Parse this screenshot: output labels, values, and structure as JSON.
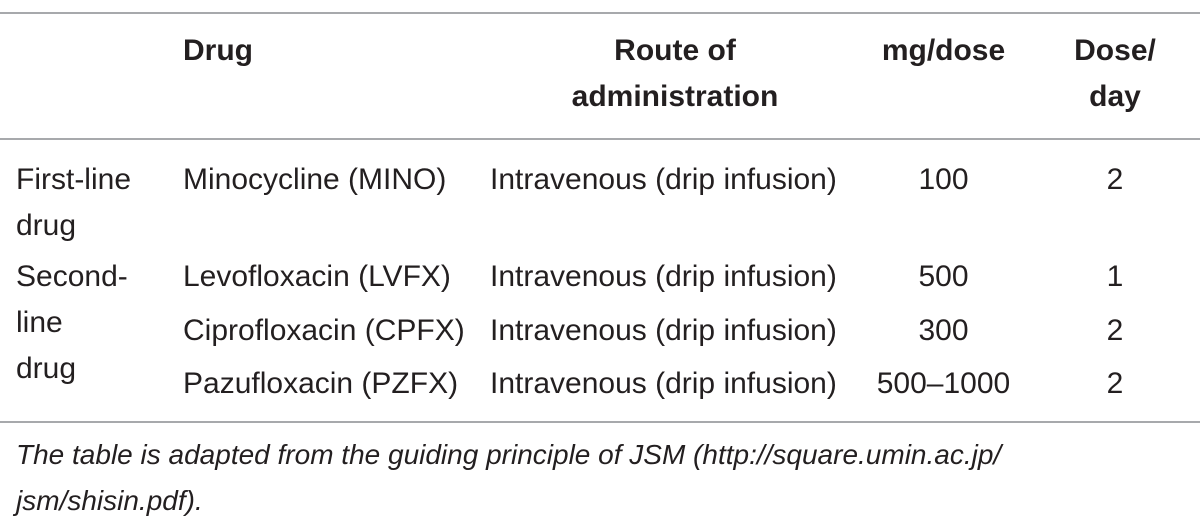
{
  "header": {
    "drug": "Drug",
    "route_line1": "Route of",
    "route_line2": "administration",
    "mg_dose": "mg/dose",
    "dose_day_line1": "Dose/",
    "dose_day_line2": "day"
  },
  "groups": [
    {
      "category_lines": [
        "First-line",
        "drug"
      ],
      "rows": [
        {
          "drug": "Minocycline (MINO)",
          "route": "Intravenous (drip infusion)",
          "mg_dose": "100",
          "dose_day": "2"
        }
      ]
    },
    {
      "category_lines": [
        "Second-",
        "line",
        "drug"
      ],
      "rows": [
        {
          "drug": "Levofloxacin (LVFX)",
          "route": "Intravenous (drip infusion)",
          "mg_dose": "500",
          "dose_day": "1"
        },
        {
          "drug": "Ciprofloxacin (CPFX)",
          "route": "Intravenous (drip infusion)",
          "mg_dose": "300",
          "dose_day": "2"
        },
        {
          "drug": "Pazufloxacin (PZFX)",
          "route": "Intravenous (drip infusion)",
          "mg_dose": "500–1000",
          "dose_day": "2"
        }
      ]
    }
  ],
  "footnote": {
    "line1": "The table is adapted from the guiding principle of JSM (http://square.umin.ac.jp/",
    "line2": "jsm/shisin.pdf)."
  }
}
